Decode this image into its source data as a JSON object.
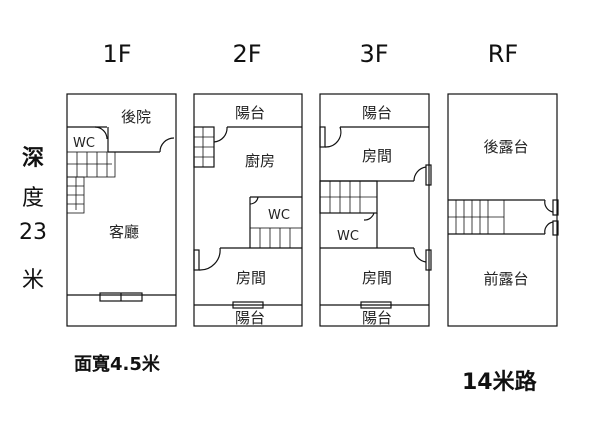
{
  "floors": [
    {
      "id": "1F",
      "title": "1F",
      "rooms": {
        "back_yard": "後院",
        "wc": "WC",
        "living_room": "客廳"
      }
    },
    {
      "id": "2F",
      "title": "2F",
      "rooms": {
        "balcony_back": "陽台",
        "kitchen": "廚房",
        "wc": "WC",
        "bedroom": "房間",
        "balcony_front": "陽台"
      }
    },
    {
      "id": "3F",
      "title": "3F",
      "rooms": {
        "balcony_back": "陽台",
        "bedroom_back": "房間",
        "wc": "WC",
        "bedroom_front": "房間",
        "balcony_front": "陽台"
      }
    },
    {
      "id": "RF",
      "title": "RF",
      "rooms": {
        "back_terrace": "後露台",
        "front_terrace": "前露台"
      }
    }
  ],
  "depth_label": [
    "深",
    "度",
    "23",
    "米"
  ],
  "width_label": "面寬4.5米",
  "road_label": "14米路"
}
